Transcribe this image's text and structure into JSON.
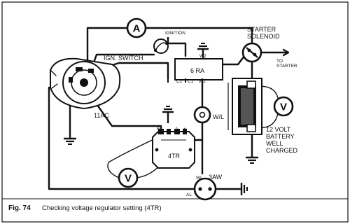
{
  "diagram": {
    "caption": {
      "number": "Fig. 74",
      "text": "Checking voltage regulator setting (4TR)"
    },
    "labels": {
      "ignition": "IGNITION",
      "ign_switch": "IGN. SWITCH",
      "starter_solenoid_1": "STARTER",
      "starter_solenoid_2": "SOLENOID",
      "to_starter_1": "TO",
      "to_starter_2": "STARTER",
      "alternator": "11AC",
      "relay": "6 RA",
      "relay_w2": "W2",
      "relay_c2": "C2",
      "relay_c1": "C1",
      "relay_w1": "W1",
      "warning_lamp": "W/L",
      "regulator": "4TR",
      "reg_f": "F",
      "reg_minus": "-",
      "reg_a": "A",
      "reg_plus": "+",
      "relay_3aw": "3AW",
      "aw_wl": "WL",
      "aw_al": "AL",
      "battery_1": "12 VOLT",
      "battery_2": "BATTERY",
      "battery_3": "WELL",
      "battery_4": "CHARGED"
    },
    "meters": {
      "ammeter": "A",
      "voltmeter_battery": "V",
      "voltmeter_regulator": "V"
    }
  }
}
